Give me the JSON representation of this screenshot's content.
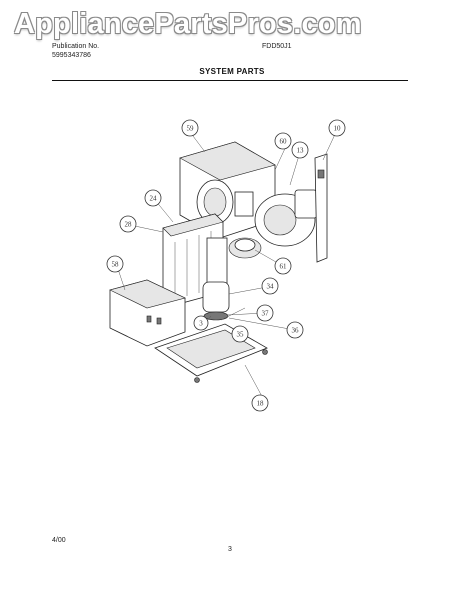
{
  "watermark": "AppliancePartsPros.com",
  "header": {
    "publication_label": "Publication No.",
    "publication_number": "5995343786",
    "model": "FDD50J1"
  },
  "title": "SYSTEM PARTS",
  "diagram": {
    "callouts": [
      "59",
      "60",
      "10",
      "13",
      "24",
      "28",
      "61",
      "58",
      "34",
      "37",
      "3",
      "35",
      "36",
      "18"
    ]
  },
  "footer": {
    "date": "4/00",
    "page_number": "3"
  }
}
